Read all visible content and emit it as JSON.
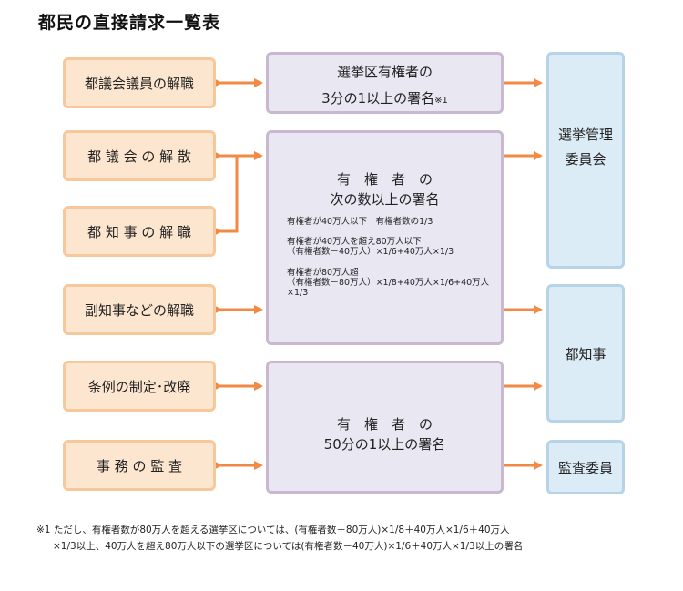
{
  "title": "都民の直接請求一覧表",
  "left_items": [
    {
      "label": "都議会議員の解職"
    },
    {
      "label": "都 議 会 の 解 散"
    },
    {
      "label": "都 知 事 の 解 職"
    },
    {
      "label": "副知事などの解職"
    },
    {
      "label": "条例の制定･改廃"
    },
    {
      "label": "事 務 の 監 査"
    }
  ],
  "middle_1": {
    "line1": "選挙区有権者の",
    "line2": "3分の1以上の署名",
    "mark": "※1"
  },
  "middle_2": {
    "line1": "有　権　者　の",
    "line2": "次の数以上の署名",
    "rules": [
      {
        "a": "有権者が40万人以下　有権者数の1/3",
        "b": ""
      },
      {
        "a": "有権者が40万人を超え80万人以下",
        "b": "（有権者数－40万人）×1/6+40万人×1/3"
      },
      {
        "a": "有権者が80万人超",
        "b": "（有権者数－80万人）×1/8+40万人×1/6+40万人×1/3"
      }
    ]
  },
  "middle_3": {
    "line1": "有　権　者　の",
    "line2": "50分の1以上の署名"
  },
  "right": {
    "box1": {
      "line1": "選挙管理",
      "line2": "委員会"
    },
    "box2": {
      "line1": "都知事"
    },
    "box3": {
      "line1": "監査委員"
    }
  },
  "footnote": {
    "line1": "※1 ただし、有権者数が80万人を超える選挙区については、(有権者数－80万人)×1/8＋40万人×1/6＋40万人",
    "line2": "×1/3以上、40万人を超え80万人以下の選挙区については(有権者数－40万人)×1/6＋40万人×1/3以上の署名"
  },
  "colors": {
    "arrow": "#f08a45",
    "left_fill": "#fde6cf",
    "mid_fill": "#e9e7f1",
    "right_fill": "#dcecf6"
  }
}
